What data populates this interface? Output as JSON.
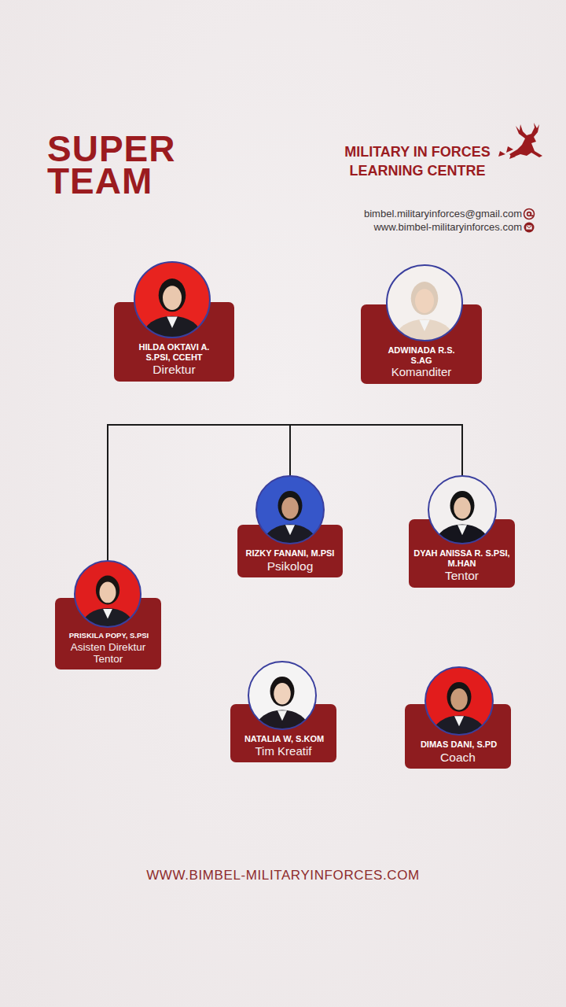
{
  "diagram": {
    "title": "SUPER TEAM",
    "nodes": [
      {
        "text": [
          "HILDA OKTAVI A. S.PSI, CCEHT",
          "Direktur"
        ]
      },
      {
        "text": [
          "ADWINADA R.S. S.AG",
          "Komanditer"
        ]
      },
      {
        "text": [
          "RIZKY FANANI, M.PSI",
          "Psikolog"
        ]
      },
      {
        "text": [
          "DYAH ANISSA R. S.PSI, M.HAN",
          "Tentor"
        ]
      },
      {
        "text": [
          "PRISKILA POPY, S.PSI",
          "Asisten Direktur Tentor"
        ]
      },
      {
        "text": [
          "NATALIA W, S.KOM",
          "Tim Kreatif"
        ]
      },
      {
        "text": [
          "DIMAS DANI, S.PD",
          "Coach"
        ]
      }
    ],
    "edges": [
      {
        "from": 4,
        "to": 2,
        "arrow": "none"
      },
      {
        "from": 2,
        "to": 3,
        "arrow": "none"
      }
    ],
    "labels": [
      "MILITARY IN FORCES LEARNING CENTRE",
      "bimbel.militaryinforces@gmail.com",
      "www.bimbel-militaryinforces.com",
      "WWW.BIMBEL-MILITARYINFORCES.COM"
    ]
  }
}
